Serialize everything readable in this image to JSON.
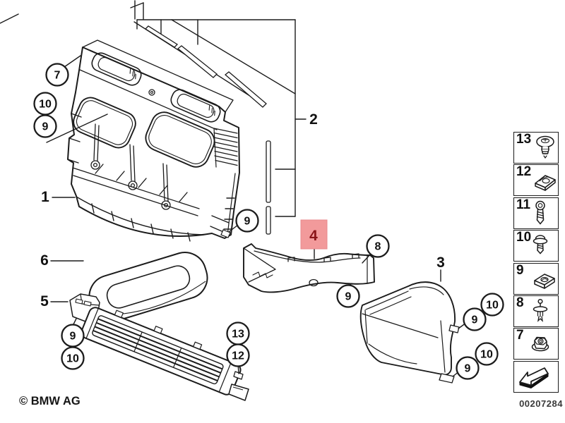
{
  "diagram": {
    "copyright": "© BMW AG",
    "number": "00207284",
    "highlight_color": "#f29a9b",
    "highlight_text_color": "#8a1418",
    "line_color": "#1b1b1b"
  },
  "labels": {
    "part1": "1",
    "part2": "2",
    "part3": "3",
    "part4": "4",
    "part5": "5",
    "part6": "6"
  },
  "callouts": [
    {
      "n": "7"
    },
    {
      "n": "10"
    },
    {
      "n": "9"
    },
    {
      "n": "9"
    },
    {
      "n": "9"
    },
    {
      "n": "10"
    },
    {
      "n": "13"
    },
    {
      "n": "12"
    },
    {
      "n": "8"
    },
    {
      "n": "9"
    },
    {
      "n": "10"
    },
    {
      "n": "9"
    },
    {
      "n": "10"
    },
    {
      "n": "9"
    }
  ],
  "legend": {
    "items": [
      {
        "number": "13",
        "icon": "push-rivet-icon"
      },
      {
        "number": "12",
        "icon": "clip-nut-icon"
      },
      {
        "number": "11",
        "icon": "tapping-screw-icon"
      },
      {
        "number": "10",
        "icon": "flange-screw-icon"
      },
      {
        "number": "9",
        "icon": "speed-nut-clip-icon"
      },
      {
        "number": "8",
        "icon": "expanding-rivet-icon"
      },
      {
        "number": "7",
        "icon": "flange-nut-icon"
      }
    ],
    "direction_arrow": "front-left"
  }
}
